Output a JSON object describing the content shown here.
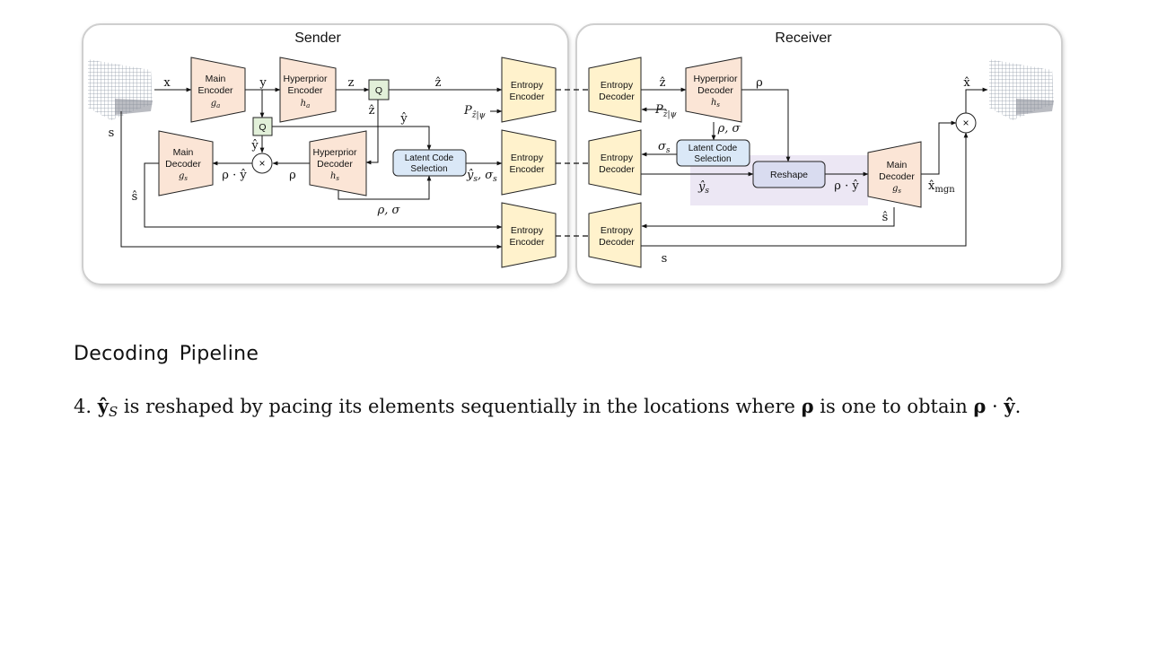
{
  "panels": {
    "sender": "Sender",
    "receiver": "Receiver"
  },
  "blocks": {
    "main_encoder": {
      "line1": "Main",
      "line2": "Encoder",
      "sym": "g",
      "sub": "a"
    },
    "hyper_encoder": {
      "line1": "Hyperprior",
      "line2": "Encoder",
      "sym": "h",
      "sub": "a"
    },
    "main_decoder_s": {
      "line1": "Main",
      "line2": "Decoder",
      "sym": "g",
      "sub": "s"
    },
    "hyper_decoder_s": {
      "line1": "Hyperprior",
      "line2": "Decoder",
      "sym": "h",
      "sub": "s"
    },
    "quantizer": "Q",
    "latent_selection": {
      "line1": "Latent Code",
      "line2": "Selection"
    },
    "entropy_encoder": {
      "line1": "Entropy",
      "line2": "Encoder"
    },
    "entropy_decoder": {
      "line1": "Entropy",
      "line2": "Decoder"
    },
    "reshape": "Reshape",
    "multiply": "×"
  },
  "signals": {
    "x": "x",
    "y": "y",
    "z": "z",
    "z_hat": "ẑ",
    "y_hat": "ŷ",
    "s": "s",
    "s_hat": "ŝ",
    "rho": "ρ",
    "rho_sigma": "ρ, σ",
    "rho_y_hat": "ρ · ŷ",
    "y_hat_s": "ŷ",
    "y_hat_s_sub": "s",
    "sigma": "σ",
    "sigma_sub": "s",
    "p_z": "P",
    "p_z_sub": "ẑ|ψ",
    "x_hat": "x̂",
    "x_hat_mgn": "x̂",
    "mgn_sub": "mgn"
  },
  "text": {
    "heading": "Decoding  Pipeline",
    "step_number": "4.",
    "step_sym": "ŷ",
    "step_sym_sub": "S",
    "step_part1": " is reshaped by pacing its elements sequentially in the locations where ",
    "step_rho": "ρ",
    "step_part2": " is one to obtain ",
    "step_rho2": "ρ",
    "step_dot": " · ",
    "step_yhat": "ŷ",
    "step_end": "."
  },
  "colors": {
    "encoder_fill": "#fbe5d6",
    "entropy_fill": "#fff2cc",
    "quantizer_fill": "#e2f0d9",
    "selection_fill": "#dae8f7",
    "reshape_fill": "#d9dcf0",
    "reshape_highlight": "#ece7f4",
    "panel_stroke": "#d0d0d0"
  },
  "icons": {
    "input_point_cloud": "point-cloud-image",
    "output_point_cloud": "point-cloud-image"
  }
}
